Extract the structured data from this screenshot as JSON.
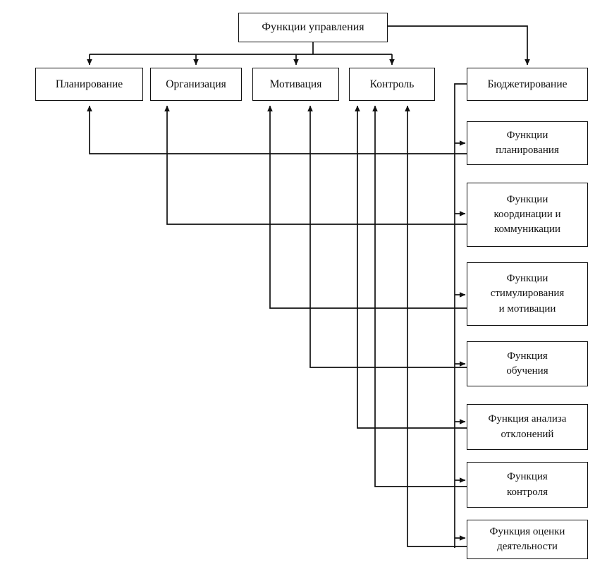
{
  "diagram": {
    "type": "flowchart",
    "title_box": {
      "label": "Функции управления"
    },
    "management_functions": [
      {
        "id": "planning",
        "label": "Планирование"
      },
      {
        "id": "organization",
        "label": "Организация"
      },
      {
        "id": "motivation",
        "label": "Мотивация"
      },
      {
        "id": "control",
        "label": "Контроль"
      },
      {
        "id": "budgeting",
        "label": "Бюджетирование"
      }
    ],
    "budget_functions": [
      {
        "id": "fn-planning",
        "label": "Функции\nпланирования"
      },
      {
        "id": "fn-coordination",
        "label": "Функции\nкоординации и\nкоммуникации"
      },
      {
        "id": "fn-stimulation",
        "label": "Функции\nстимулирования\nи мотивации"
      },
      {
        "id": "fn-training",
        "label": "Функция\nобучения"
      },
      {
        "id": "fn-variance",
        "label": "Функция анализа\nотклонений"
      },
      {
        "id": "fn-control",
        "label": "Функция\nконтроля"
      },
      {
        "id": "fn-evaluation",
        "label": "Функция оценки\nдеятельности"
      }
    ],
    "colors": {
      "line": "#111111",
      "box_border": "#111111",
      "box_fill": "#ffffff",
      "text": "#111111"
    }
  }
}
